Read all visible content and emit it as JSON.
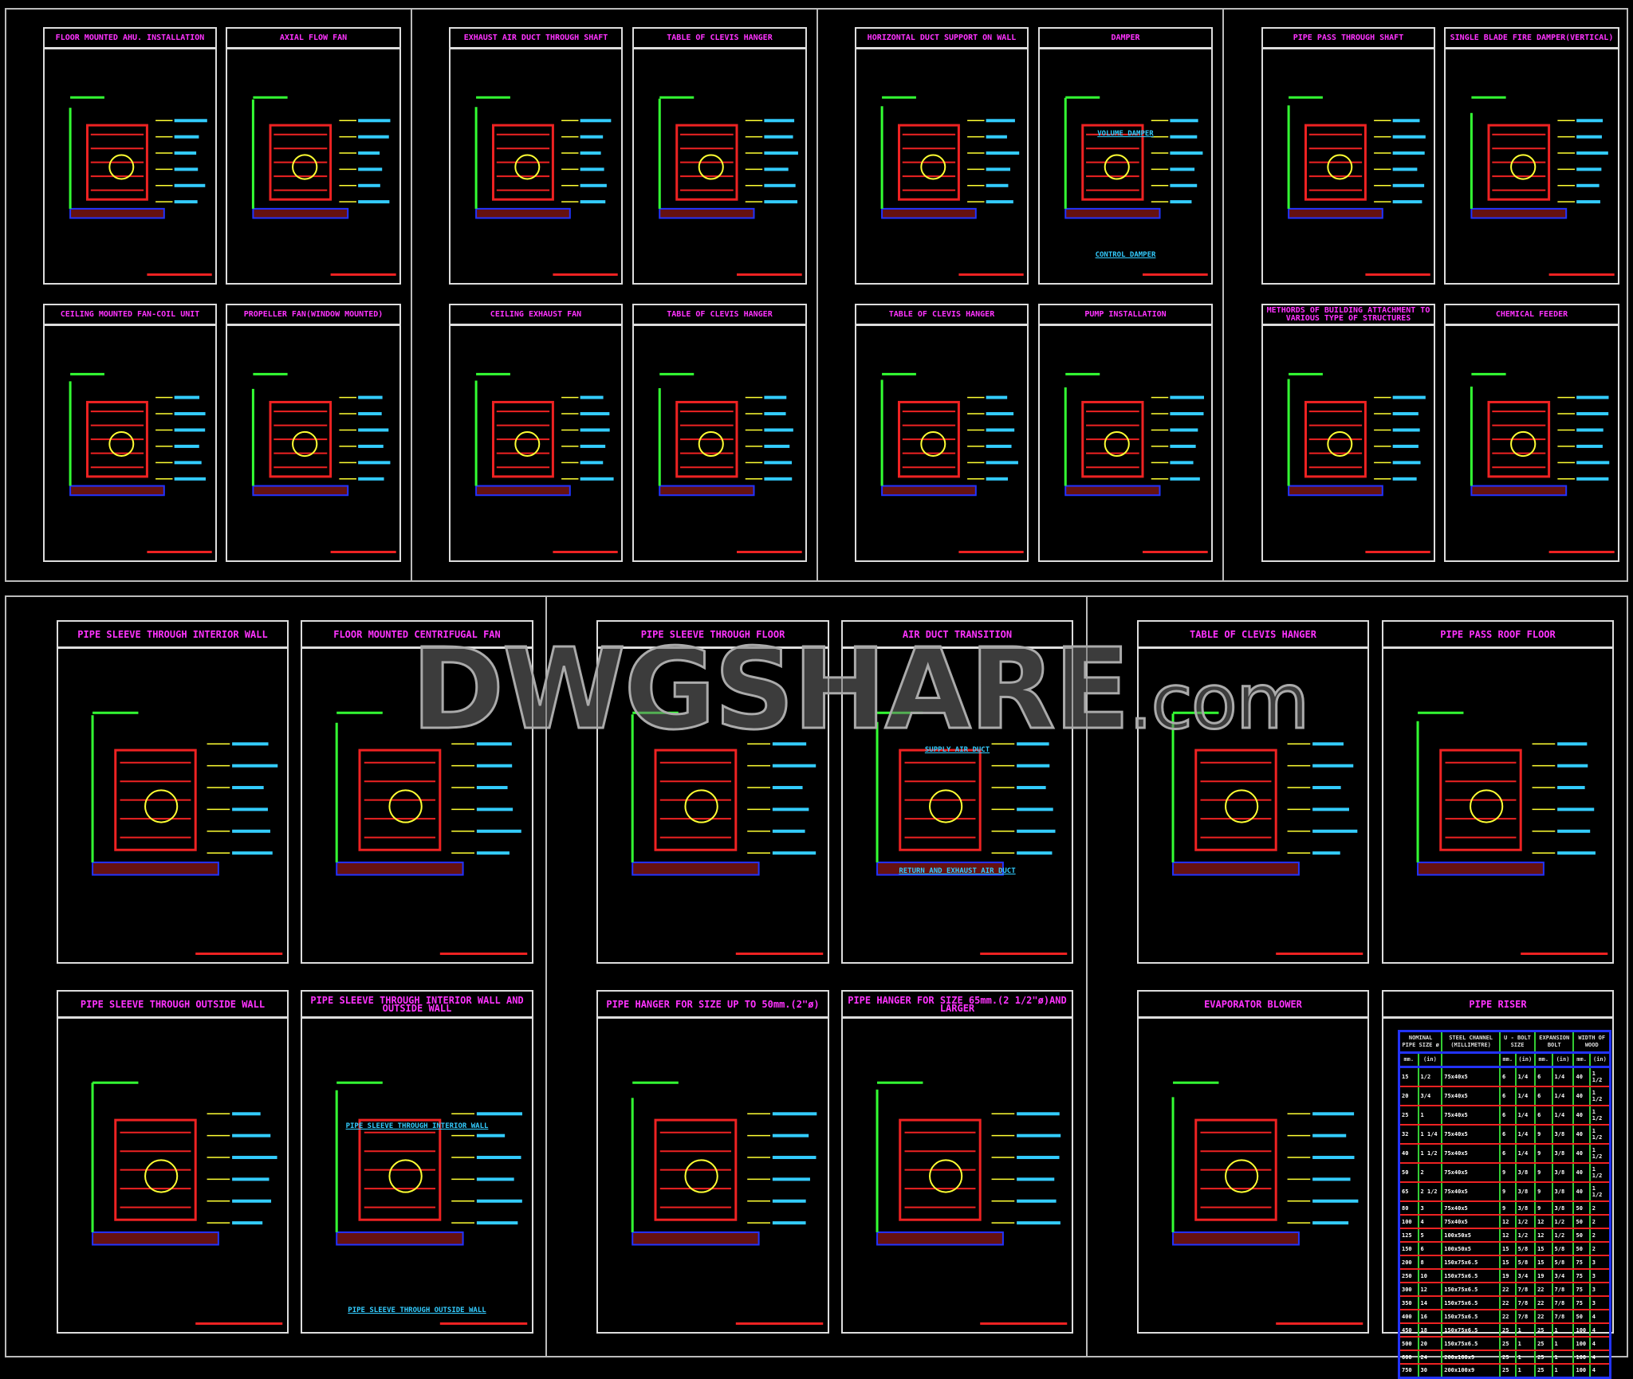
{
  "watermark": {
    "main": "DWGSHARE",
    "suffix": ".com"
  },
  "top_panels": [
    "FLOOR MOUNTED AHU. INSTALLATION",
    "AXIAL FLOW FAN",
    "EXHAUST AIR DUCT THROUGH SHAFT",
    "TABLE OF CLEVIS HANGER",
    "HORIZONTAL DUCT SUPPORT ON WALL",
    "DAMPER",
    "PIPE PASS THROUGH SHAFT",
    "SINGLE BLADE FIRE DAMPER(VERTICAL)",
    "CEILING MOUNTED FAN-COIL UNIT",
    "PROPELLER FAN(WINDOW MOUNTED)",
    "CEILING EXHAUST FAN",
    "TABLE OF CLEVIS HANGER",
    "TABLE OF CLEVIS HANGER",
    "PUMP INSTALLATION",
    "METHORDS OF BUILDING ATTACHMENT TO VARIOUS TYPE OF STRUCTURES",
    "CHEMICAL FEEDER"
  ],
  "bottom_panels": [
    "PIPE SLEEVE THROUGH INTERIOR WALL",
    "FLOOR MOUNTED CENTRIFUGAL FAN",
    "PIPE SLEEVE THROUGH FLOOR",
    "AIR DUCT TRANSITION",
    "TABLE OF CLEVIS HANGER",
    "PIPE PASS ROOF FLOOR",
    "PIPE SLEEVE THROUGH OUTSIDE WALL",
    "PIPE SLEEVE THROUGH INTERIOR WALL AND OUTSIDE WALL",
    "PIPE HANGER FOR SIZE UP TO 50mm.(2\"ø)",
    "PIPE HANGER FOR SIZE 65mm.(2 1/2\"ø)AND LARGER",
    "EVAPORATOR BLOWER",
    "PIPE RISER"
  ],
  "captions": {
    "volume_damper": "VOLUME DAMPER",
    "control_damper": "CONTROL DAMPER",
    "supply_air_duct": "SUPPLY AIR DUCT",
    "return_air_duct": "RETURN AND EXHAUST AIR DUCT",
    "sleeve_interior": "PIPE SLEEVE THROUGH INTERIOR WALL",
    "sleeve_outside": "PIPE SLEEVE THROUGH OUTSIDE WALL"
  },
  "pipe_riser": {
    "headers": [
      "NOMINAL PIPE SIZE ø",
      "STEEL CHANNEL (MILLIMETRE)",
      "U - BOLT SIZE",
      "EXPANSION BOLT",
      "WIDTH OF WOOD"
    ],
    "units": [
      "mm.",
      "(in)",
      "",
      "mm.",
      "(in)",
      "mm.",
      "(in)",
      "mm.",
      "(in)"
    ],
    "rows": [
      [
        "15",
        "1/2",
        "75x40x5",
        "6",
        "1/4",
        "6",
        "1/4",
        "40",
        "1 1/2"
      ],
      [
        "20",
        "3/4",
        "75x40x5",
        "6",
        "1/4",
        "6",
        "1/4",
        "40",
        "1 1/2"
      ],
      [
        "25",
        "1",
        "75x40x5",
        "6",
        "1/4",
        "6",
        "1/4",
        "40",
        "1 1/2"
      ],
      [
        "32",
        "1 1/4",
        "75x40x5",
        "6",
        "1/4",
        "9",
        "3/8",
        "40",
        "1 1/2"
      ],
      [
        "40",
        "1 1/2",
        "75x40x5",
        "6",
        "1/4",
        "9",
        "3/8",
        "40",
        "1 1/2"
      ],
      [
        "50",
        "2",
        "75x40x5",
        "9",
        "3/8",
        "9",
        "3/8",
        "40",
        "1 1/2"
      ],
      [
        "65",
        "2 1/2",
        "75x40x5",
        "9",
        "3/8",
        "9",
        "3/8",
        "40",
        "1 1/2"
      ],
      [
        "80",
        "3",
        "75x40x5",
        "9",
        "3/8",
        "9",
        "3/8",
        "50",
        "2"
      ],
      [
        "100",
        "4",
        "75x40x5",
        "12",
        "1/2",
        "12",
        "1/2",
        "50",
        "2"
      ],
      [
        "125",
        "5",
        "100x50x5",
        "12",
        "1/2",
        "12",
        "1/2",
        "50",
        "2"
      ],
      [
        "150",
        "6",
        "100x50x5",
        "15",
        "5/8",
        "15",
        "5/8",
        "50",
        "2"
      ],
      [
        "200",
        "8",
        "150x75x6.5",
        "15",
        "5/8",
        "15",
        "5/8",
        "75",
        "3"
      ],
      [
        "250",
        "10",
        "150x75x6.5",
        "19",
        "3/4",
        "19",
        "3/4",
        "75",
        "3"
      ],
      [
        "300",
        "12",
        "150x75x6.5",
        "22",
        "7/8",
        "22",
        "7/8",
        "75",
        "3"
      ],
      [
        "350",
        "14",
        "150x75x6.5",
        "22",
        "7/8",
        "22",
        "7/8",
        "75",
        "3"
      ],
      [
        "400",
        "16",
        "150x75x6.5",
        "22",
        "7/8",
        "22",
        "7/8",
        "50",
        "4"
      ],
      [
        "450",
        "18",
        "150x75x6.5",
        "25",
        "1",
        "25",
        "1",
        "100",
        "4"
      ],
      [
        "500",
        "20",
        "150x75x6.5",
        "25",
        "1",
        "25",
        "1",
        "100",
        "4"
      ],
      [
        "600",
        "24",
        "200x100x9",
        "25",
        "1",
        "25",
        "1",
        "100",
        "4"
      ],
      [
        "750",
        "30",
        "200x100x9",
        "25",
        "1",
        "25",
        "1",
        "100",
        "4"
      ]
    ]
  },
  "colors": {
    "title": "#ff33ff",
    "frame": "#dddddd",
    "red": "#ee2222",
    "green": "#33ff33",
    "yellow": "#ffff33",
    "cyan": "#33ccff",
    "blue": "#2233ff"
  }
}
